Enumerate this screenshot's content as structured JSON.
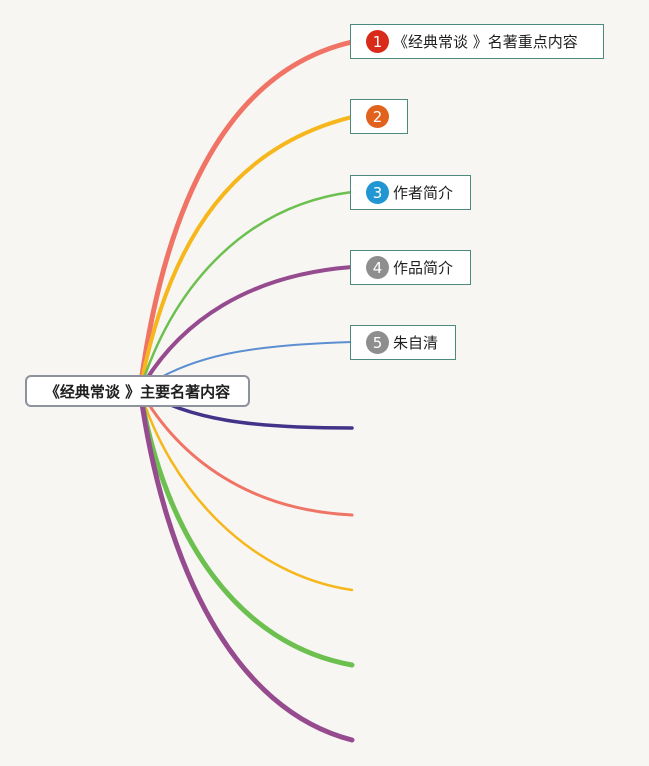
{
  "root": {
    "label": "《经典常谈 》主要名著内容"
  },
  "topics": [
    {
      "number": "1",
      "label": "《经典常谈 》名著重点内容",
      "badge_color": "#d92b1a"
    },
    {
      "number": "2",
      "label": "",
      "badge_color": "#e0621c"
    },
    {
      "number": "3",
      "label": "作者简介",
      "badge_color": "#2196d3"
    },
    {
      "number": "4",
      "label": "作品简介",
      "badge_color": "#8e8e8e"
    },
    {
      "number": "5",
      "label": "朱自清",
      "badge_color": "#8e8e8e"
    }
  ],
  "branch_colors": [
    "#f07466",
    "#f5b71c",
    "#6cc04f",
    "#954b8e",
    "#5b8fd1",
    "#43348a",
    "#f07466",
    "#f5b71c",
    "#6cc04f",
    "#954b8e"
  ]
}
